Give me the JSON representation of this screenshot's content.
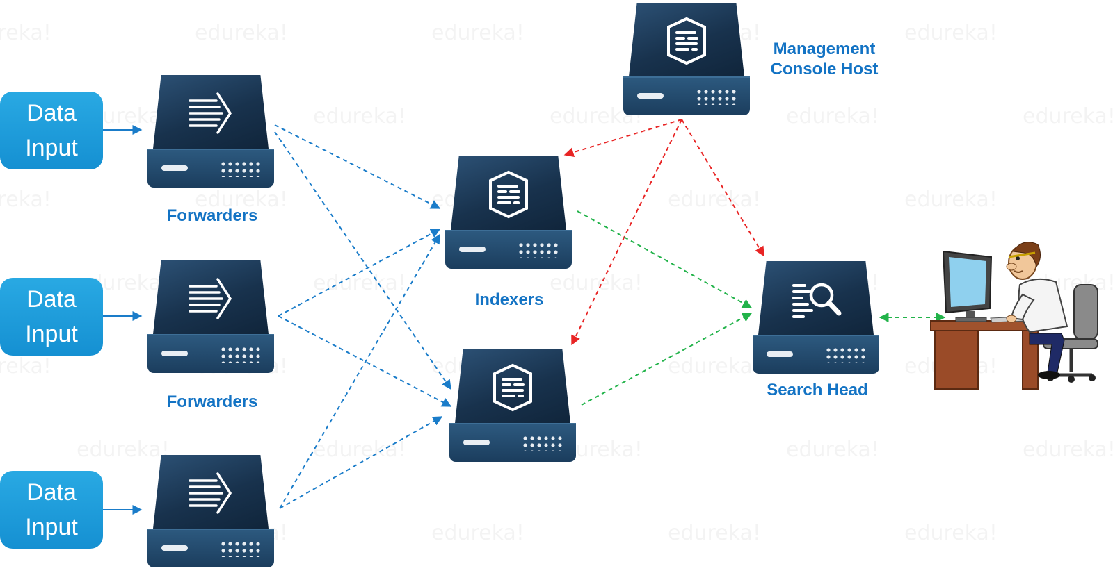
{
  "watermark": "edureka!",
  "inputs": [
    {
      "label": "Data\nInput"
    },
    {
      "label": "Data\nInput"
    },
    {
      "label": "Data\nInput"
    }
  ],
  "labels": {
    "forwarders_1": "Forwarders",
    "forwarders_2": "Forwarders",
    "indexers": "Indexers",
    "search_head": "Search Head",
    "management_line1": "Management",
    "management_line2": "Console Host"
  },
  "icons": {
    "forwarder": "forward-arrow-icon",
    "indexer": "document-shield-icon",
    "search_head": "magnifier-document-icon",
    "management": "document-shield-icon",
    "user": "person-at-computer-icon"
  },
  "colors": {
    "input_box": "#1f9fdc",
    "label_text": "#1373c4",
    "server_dark": "#18324d",
    "server_light": "#2d5a80",
    "forwarding_link": "#1a7cc9",
    "management_link": "#e82424",
    "search_link": "#22b34a"
  }
}
